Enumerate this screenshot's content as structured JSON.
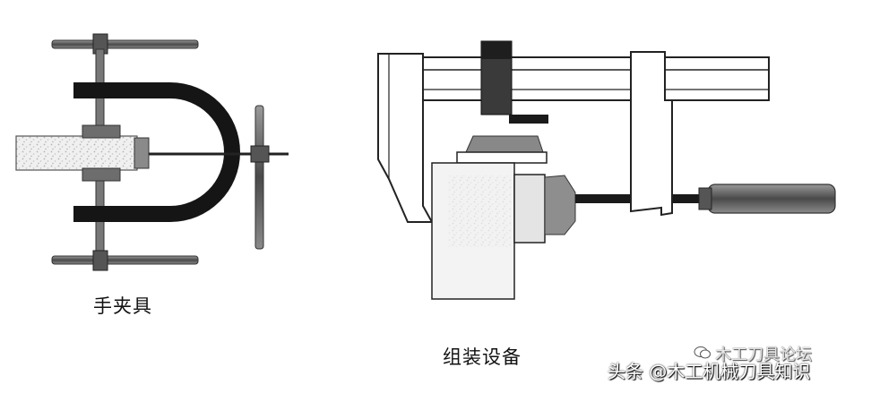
{
  "captions": {
    "hand_clamp": "手夹具",
    "assembly_equipment": "组装设备"
  },
  "watermark": {
    "account": "木工刀具论坛",
    "line": "头条 @木工机械刀具知识",
    "icon": "wechat-bubble-icon"
  },
  "colors": {
    "dark": "#1a1a1a",
    "mid_gray": "#777777",
    "light_gray": "#cfcfcf",
    "workpiece": "#e6e6e6"
  }
}
